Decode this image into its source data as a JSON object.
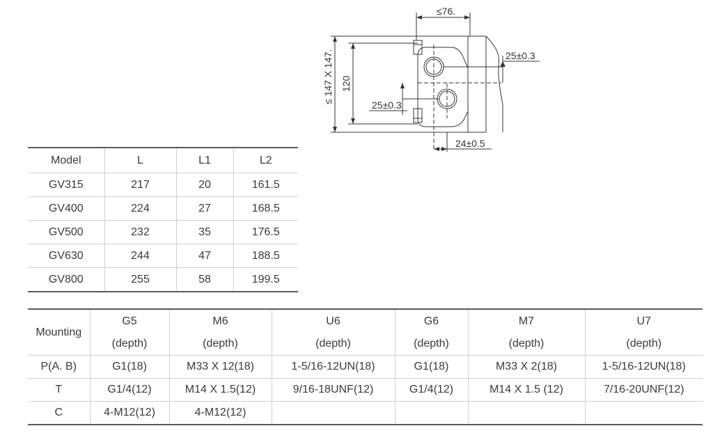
{
  "drawing": {
    "dim_top": "≤76.",
    "dim_left_outer": "≤ 147 X 147.",
    "dim_left_inner": "120",
    "dim_right_offset": "25±0.3",
    "dim_left_offset": "25±0.3",
    "dim_bottom": "24±0.5"
  },
  "table_dims": {
    "headers": [
      "Model",
      "L",
      "L1",
      "L2"
    ],
    "rows": [
      [
        "GV315",
        "217",
        "20",
        "161.5"
      ],
      [
        "GV400",
        "224",
        "27",
        "168.5"
      ],
      [
        "GV500",
        "232",
        "35",
        "176.5"
      ],
      [
        "GV630",
        "244",
        "47",
        "188.5"
      ],
      [
        "GV800",
        "255",
        "58",
        "199.5"
      ]
    ]
  },
  "table_mounting": {
    "corner": "Mounting",
    "headers": [
      {
        "line1": "G5",
        "line2": "(depth)"
      },
      {
        "line1": "M6",
        "line2": "(depth)"
      },
      {
        "line1": "U6",
        "line2": "(depth)"
      },
      {
        "line1": "G6",
        "line2": "(depth)"
      },
      {
        "line1": "M7",
        "line2": "(depth)"
      },
      {
        "line1": "U7",
        "line2": "(depth)"
      }
    ],
    "rows": [
      {
        "label": "P(A. B)",
        "cells": [
          "G1(18)",
          "M33 X 12(18)",
          "1-5/16-12UN(18)",
          "G1(18)",
          "M33 X 2(18)",
          "1-5/16-12UN(18)"
        ]
      },
      {
        "label": "T",
        "cells": [
          "G1/4(12)",
          "M14 X 1.5(12)",
          "9/16-18UNF(12)",
          "G1/4(12)",
          "M14 X 1.5 (12)",
          "7/16-20UNF(12)"
        ]
      },
      {
        "label": "C",
        "cells": [
          "4-M12(12)",
          "4-M12(12)",
          "",
          "",
          "",
          ""
        ]
      }
    ]
  }
}
